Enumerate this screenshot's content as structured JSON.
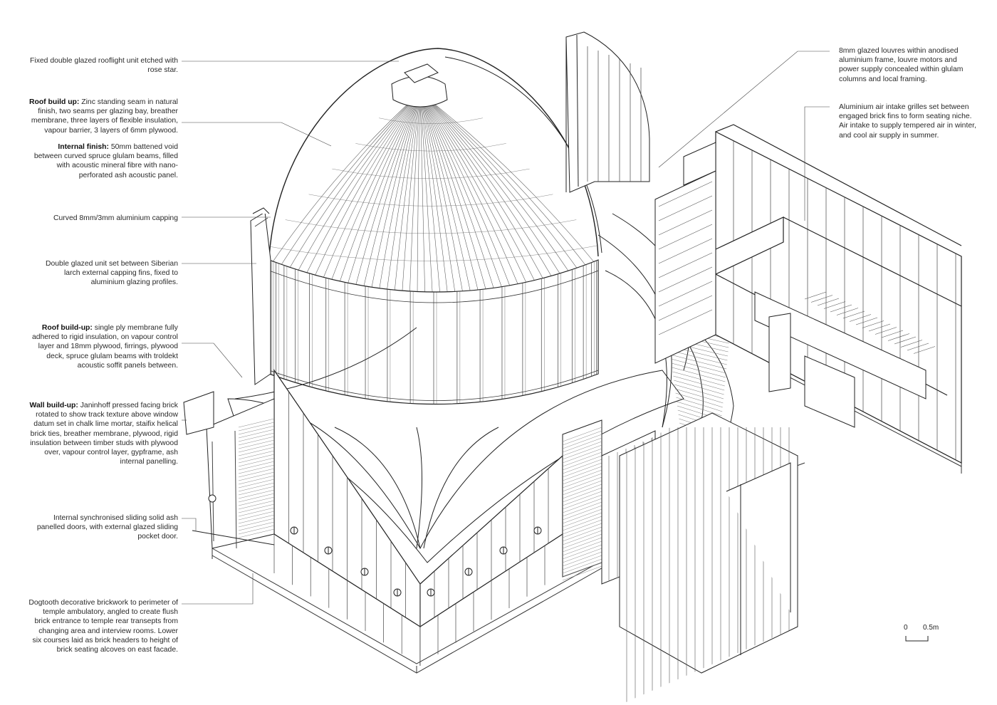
{
  "annotations": {
    "left": [
      {
        "id": "rooflight",
        "heading": "",
        "text": "Fixed double glazed rooflight unit etched with rose star."
      },
      {
        "id": "roof-buildup-zinc",
        "heading": "Roof build up:",
        "text": "Zinc standing seam in natural finish, two seams per glazing bay, breather membrane, three layers of flexible insulation, vapour barrier, 3 layers of 6mm plywood."
      },
      {
        "id": "internal-finish",
        "heading": "Internal finish:",
        "text": "50mm battened void between curved spruce glulam beams, filled with acoustic mineral fibre with nano-perforated ash acoustic panel."
      },
      {
        "id": "capping",
        "heading": "",
        "text": "Curved 8mm/3mm aluminium capping"
      },
      {
        "id": "glazed-unit",
        "heading": "",
        "text": "Double glazed unit set between Siberian larch external capping fins, fixed to aluminium glazing profiles."
      },
      {
        "id": "roof-buildup-membrane",
        "heading": "Roof build-up:",
        "text": "single ply membrane fully adhered to rigid insulation, on vapour control layer and 18mm plywood, firrings, plywood deck, spruce glulam beams with troldekt acoustic soffit panels between."
      },
      {
        "id": "wall-buildup",
        "heading": "Wall build-up:",
        "text": "Janinhoff pressed facing brick rotated to show track texture above window datum set in chalk lime mortar, staifix helical brick ties, breather membrane, plywood, rigid insulation between timber studs with plywood over, vapour control layer, gypframe, ash internal panelling."
      },
      {
        "id": "sliding-doors",
        "heading": "",
        "text": "Internal synchronised sliding solid ash panelled doors, with external glazed sliding pocket door."
      },
      {
        "id": "dogtooth",
        "heading": "",
        "text": "Dogtooth decorative brickwork to perimeter of temple ambulatory, angled to create flush brick entrance to temple rear transepts from changing area and interview rooms. Lower six courses laid as brick headers to height of brick seating alcoves on east facade."
      }
    ],
    "right": [
      {
        "id": "louvres",
        "heading": "",
        "text": "8mm glazed louvres within anodised aluminium frame, louvre motors and power supply concealed within glulam columns and local framing."
      },
      {
        "id": "air-intake",
        "heading": "",
        "text": "Aluminium air intake grilles set between engaged brick fins to form seating niche. Air intake to supply tempered air in winter, and cool air supply in summer."
      }
    ]
  },
  "scale": {
    "zero": "0",
    "max": "0.5m"
  }
}
